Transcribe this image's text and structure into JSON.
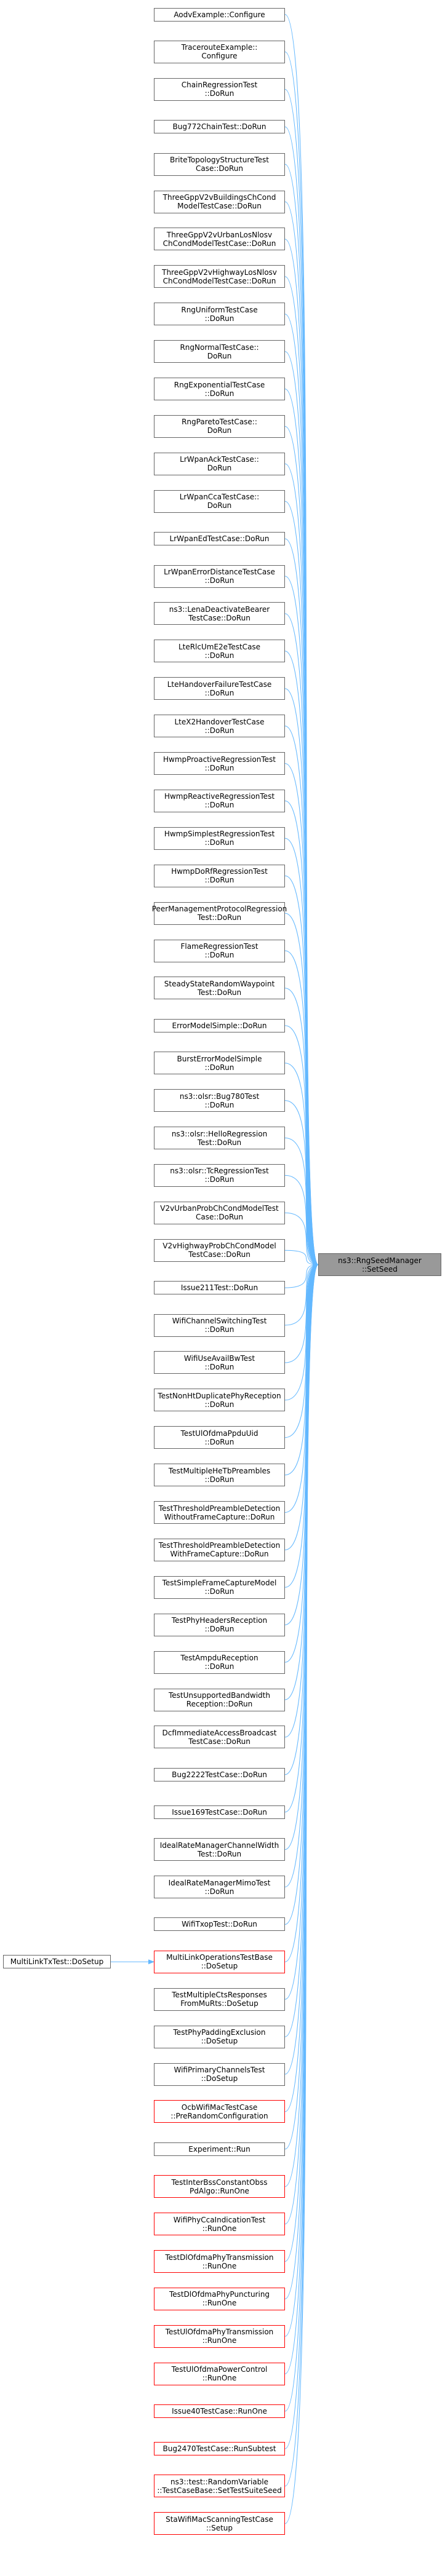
{
  "graph": {
    "target": {
      "label": "ns3::RngSeedManager\n::SetSeed"
    },
    "callers": [
      {
        "label": "AodvExample::Configure",
        "red": false
      },
      {
        "label": "TracerouteExample::\nConfigure",
        "red": false
      },
      {
        "label": "ChainRegressionTest\n::DoRun",
        "red": false
      },
      {
        "label": "Bug772ChainTest::DoRun",
        "red": false
      },
      {
        "label": "BriteTopologyStructureTest\nCase::DoRun",
        "red": false
      },
      {
        "label": "ThreeGppV2vBuildingsChCond\nModelTestCase::DoRun",
        "red": false
      },
      {
        "label": "ThreeGppV2vUrbanLosNlosv\nChCondModelTestCase::DoRun",
        "red": false
      },
      {
        "label": "ThreeGppV2vHighwayLosNlosv\nChCondModelTestCase::DoRun",
        "red": false
      },
      {
        "label": "RngUniformTestCase\n::DoRun",
        "red": false
      },
      {
        "label": "RngNormalTestCase::\nDoRun",
        "red": false
      },
      {
        "label": "RngExponentialTestCase\n::DoRun",
        "red": false
      },
      {
        "label": "RngParetoTestCase::\nDoRun",
        "red": false
      },
      {
        "label": "LrWpanAckTestCase::\nDoRun",
        "red": false
      },
      {
        "label": "LrWpanCcaTestCase::\nDoRun",
        "red": false
      },
      {
        "label": "LrWpanEdTestCase::DoRun",
        "red": false
      },
      {
        "label": "LrWpanErrorDistanceTestCase\n::DoRun",
        "red": false
      },
      {
        "label": "ns3::LenaDeactivateBearer\nTestCase::DoRun",
        "red": false
      },
      {
        "label": "LteRlcUmE2eTestCase\n::DoRun",
        "red": false
      },
      {
        "label": "LteHandoverFailureTestCase\n::DoRun",
        "red": false
      },
      {
        "label": "LteX2HandoverTestCase\n::DoRun",
        "red": false
      },
      {
        "label": "HwmpProactiveRegressionTest\n::DoRun",
        "red": false
      },
      {
        "label": "HwmpReactiveRegressionTest\n::DoRun",
        "red": false
      },
      {
        "label": "HwmpSimplestRegressionTest\n::DoRun",
        "red": false
      },
      {
        "label": "HwmpDoRfRegressionTest\n::DoRun",
        "red": false
      },
      {
        "label": "PeerManagementProtocolRegression\nTest::DoRun",
        "red": false
      },
      {
        "label": "FlameRegressionTest\n::DoRun",
        "red": false
      },
      {
        "label": "SteadyStateRandomWaypoint\nTest::DoRun",
        "red": false
      },
      {
        "label": "ErrorModelSimple::DoRun",
        "red": false
      },
      {
        "label": "BurstErrorModelSimple\n::DoRun",
        "red": false
      },
      {
        "label": "ns3::olsr::Bug780Test\n::DoRun",
        "red": false
      },
      {
        "label": "ns3::olsr::HelloRegression\nTest::DoRun",
        "red": false
      },
      {
        "label": "ns3::olsr::TcRegressionTest\n::DoRun",
        "red": false
      },
      {
        "label": "V2vUrbanProbChCondModelTest\nCase::DoRun",
        "red": false
      },
      {
        "label": "V2vHighwayProbChCondModel\nTestCase::DoRun",
        "red": false
      },
      {
        "label": "Issue211Test::DoRun",
        "red": false
      },
      {
        "label": "WifiChannelSwitchingTest\n::DoRun",
        "red": false
      },
      {
        "label": "WifiUseAvailBwTest\n::DoRun",
        "red": false
      },
      {
        "label": "TestNonHtDuplicatePhyReception\n::DoRun",
        "red": false
      },
      {
        "label": "TestUlOfdmaPpduUid\n::DoRun",
        "red": false
      },
      {
        "label": "TestMultipleHeTbPreambles\n::DoRun",
        "red": false
      },
      {
        "label": "TestThresholdPreambleDetection\nWithoutFrameCapture::DoRun",
        "red": false
      },
      {
        "label": "TestThresholdPreambleDetection\nWithFrameCapture::DoRun",
        "red": false
      },
      {
        "label": "TestSimpleFrameCaptureModel\n::DoRun",
        "red": false
      },
      {
        "label": "TestPhyHeadersReception\n::DoRun",
        "red": false
      },
      {
        "label": "TestAmpduReception\n::DoRun",
        "red": false
      },
      {
        "label": "TestUnsupportedBandwidth\nReception::DoRun",
        "red": false
      },
      {
        "label": "DcfImmediateAccessBroadcast\nTestCase::DoRun",
        "red": false
      },
      {
        "label": "Bug2222TestCase::DoRun",
        "red": false
      },
      {
        "label": "Issue169TestCase::DoRun",
        "red": false
      },
      {
        "label": "IdealRateManagerChannelWidth\nTest::DoRun",
        "red": false
      },
      {
        "label": "IdealRateManagerMimoTest\n::DoRun",
        "red": false
      },
      {
        "label": "WifiTxopTest::DoRun",
        "red": false
      },
      {
        "label": "MultiLinkOperationsTestBase\n::DoSetup",
        "red": true
      },
      {
        "label": "TestMultipleCtsResponses\nFromMuRts::DoSetup",
        "red": false
      },
      {
        "label": "TestPhyPaddingExclusion\n::DoSetup",
        "red": false
      },
      {
        "label": "WifiPrimaryChannelsTest\n::DoSetup",
        "red": false
      },
      {
        "label": "OcbWifiMacTestCase\n::PreRandomConfiguration",
        "red": true
      },
      {
        "label": "Experiment::Run",
        "red": false
      },
      {
        "label": "TestInterBssConstantObss\nPdAlgo::RunOne",
        "red": true
      },
      {
        "label": "WifiPhyCcaIndicationTest\n::RunOne",
        "red": true
      },
      {
        "label": "TestDlOfdmaPhyTransmission\n::RunOne",
        "red": true
      },
      {
        "label": "TestDlOfdmaPhyPuncturing\n::RunOne",
        "red": true
      },
      {
        "label": "TestUlOfdmaPhyTransmission\n::RunOne",
        "red": true
      },
      {
        "label": "TestUlOfdmaPowerControl\n::RunOne",
        "red": true
      },
      {
        "label": "Issue40TestCase::RunOne",
        "red": true
      },
      {
        "label": "Bug2470TestCase::RunSubtest",
        "red": true
      },
      {
        "label": "ns3::test::RandomVariable\n::TestCaseBase::SetTestSuiteSeed",
        "red": true
      },
      {
        "label": "StaWifiMacScanningTestCase\n::Setup",
        "red": true
      }
    ],
    "extra_edges": [
      {
        "from": "MultiLinkTxTest::DoSetup",
        "to_index": 52
      }
    ],
    "extra_node": {
      "label": "MultiLinkTxTest::DoSetup",
      "red": false
    },
    "colors": {
      "edge": "#63b8ff",
      "red_border": "#ff0000",
      "target_fill": "#999999"
    }
  }
}
